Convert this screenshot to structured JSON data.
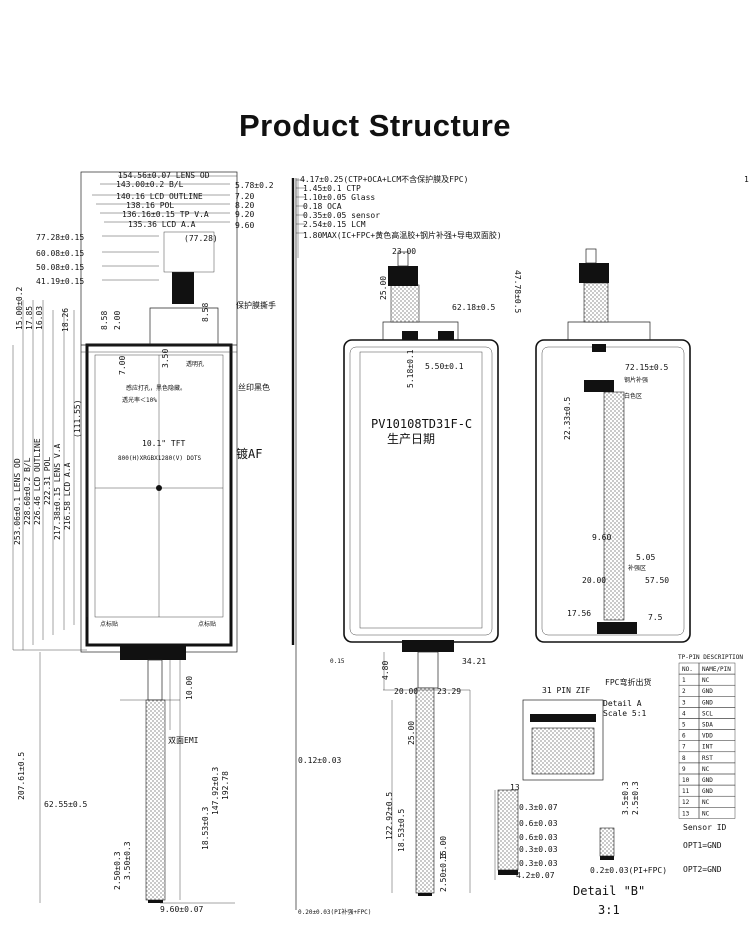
{
  "title": "Product Structure",
  "page_mark": "1",
  "front_view": {
    "top_dims": [
      "154.56±0.07 LENS OD",
      "143.00±0.2 B/L",
      "140.16 LCD OUTLINE",
      "138.16 POL",
      "136.16±0.15 TP V.A",
      "135.36 LCD A.A"
    ],
    "right_dims": [
      "5.78±0.2",
      "7.20",
      "8.20",
      "9.20",
      "9.60"
    ],
    "left_dims": [
      "77.28±0.15",
      "60.08±0.15",
      "50.08±0.15",
      "41.19±0.15"
    ],
    "inner_dim": "(77.28)",
    "vertical_dims": [
      "15.00±0.2",
      "17.85",
      "16.03",
      "18.26",
      "216.58 LCD A.A",
      "217.38±0.15 LENS V.A",
      "222.31 POL",
      "226.46 LCD OUTLINE",
      "228.60±0.2 B/L",
      "253.06±0.1 LENS OD"
    ],
    "small_dims": [
      "8.58",
      "2.00",
      "7.00",
      "3.50",
      "8.58"
    ],
    "dim_11155": "(111.55)",
    "note_protect_film": "保护膜撕手",
    "note_silk_black": "丝印黑色",
    "note_af": "镀AF",
    "note_transparent_hole": "透明孔",
    "note_hole_text": "感应打孔，黑色隐藏。",
    "note_transmittance": "透光率＜10%",
    "panel_size": "10.1\" TFT",
    "panel_res": "800(H)XRGBX1280(V) DOTS",
    "bottom_label_left": "点标贴",
    "bottom_label_right": "点标贴",
    "fpc_length_dim": "10.00",
    "emi_label": "双面EMI",
    "dim_19278": "192.78",
    "dim_147": "147.92±0.3",
    "dim_1853": "18.53±0.3",
    "dim_6255": "62.55±0.5",
    "dim_20761": "207.61±0.5",
    "dim_350": "3.50±0.3",
    "dim_250": "2.50±0.3",
    "dim_960": "9.60±0.07"
  },
  "side_view": {
    "layers": [
      "4.17±0.25(CTP+OCA+LCM不含保护膜及FPC)",
      "1.45±0.1 CTP",
      "1.10±0.05 Glass",
      "0.18 OCA",
      "0.35±0.05 sensor",
      "2.54±0.15 LCM",
      "1.80MAX(IC+FPC+黄色高温胶+钢片补强+导电双面胶)"
    ],
    "dim_012": "0.12±0.03",
    "dim_020": "0.20±0.03(PI补强+FPC)",
    "dim_015": "0.15"
  },
  "back_view": {
    "model": "PV10108TD31F-C",
    "date": "生产日期",
    "dims": {
      "d2300": "23.00",
      "d2500": "25.00",
      "d6218": "62.18±0.5",
      "d4778": "47.78±0.5",
      "d550": "5.50±0.1",
      "d518": "5.18±0.1",
      "d480": "4.80",
      "d3421": "34.21",
      "d2000": "20.00",
      "d2329": "23.29",
      "d2500b": "25.00",
      "d12292": "122.92±0.5",
      "d1853": "18.53±0.5",
      "d1500": "15.00",
      "d250": "2.50±0.3"
    },
    "fpc_note": "FPC弯折出货"
  },
  "right_view": {
    "dims": {
      "d7215": "72.15±0.5",
      "d2233": "22.33±0.5",
      "d960": "9.60",
      "d505": "5.05",
      "d2000": "20.00",
      "d5750": "57.50",
      "d1756": "17.56",
      "d75": "7.5"
    },
    "notes": [
      "钢片补强",
      "白色区",
      "补强区"
    ]
  },
  "detail_a": {
    "title": "31 PIN ZIF",
    "label": "Detail A",
    "scale": "Scale 5:1",
    "dims": [
      "3.5±0.3",
      "2.5±0.3"
    ]
  },
  "detail_b": {
    "label": "Detail \"B\"",
    "scale": "3:1",
    "dim_13": "13",
    "dims": [
      "0.3±0.07",
      "0.6±0.03",
      "0.6±0.03",
      "0.3±0.03",
      "0.3±0.03",
      "4.2±0.07"
    ],
    "dim_pi": "0.2±0.03(PI+FPC)"
  },
  "pin_table": {
    "title": "TP-PIN DESCRIPTION",
    "headers": [
      "NO.",
      "NAME/PIN"
    ],
    "rows": [
      [
        "1",
        "NC"
      ],
      [
        "2",
        "GND"
      ],
      [
        "3",
        "GND"
      ],
      [
        "4",
        "SCL"
      ],
      [
        "5",
        "SDA"
      ],
      [
        "6",
        "VDD"
      ],
      [
        "7",
        "INT"
      ],
      [
        "8",
        "RST"
      ],
      [
        "9",
        "NC"
      ],
      [
        "10",
        "GND"
      ],
      [
        "11",
        "GND"
      ],
      [
        "12",
        "NC"
      ],
      [
        "13",
        "NC"
      ]
    ]
  },
  "sensor_id": {
    "title": "Sensor ID",
    "opt1": "OPT1=GND",
    "opt2": "OPT2=GND"
  }
}
